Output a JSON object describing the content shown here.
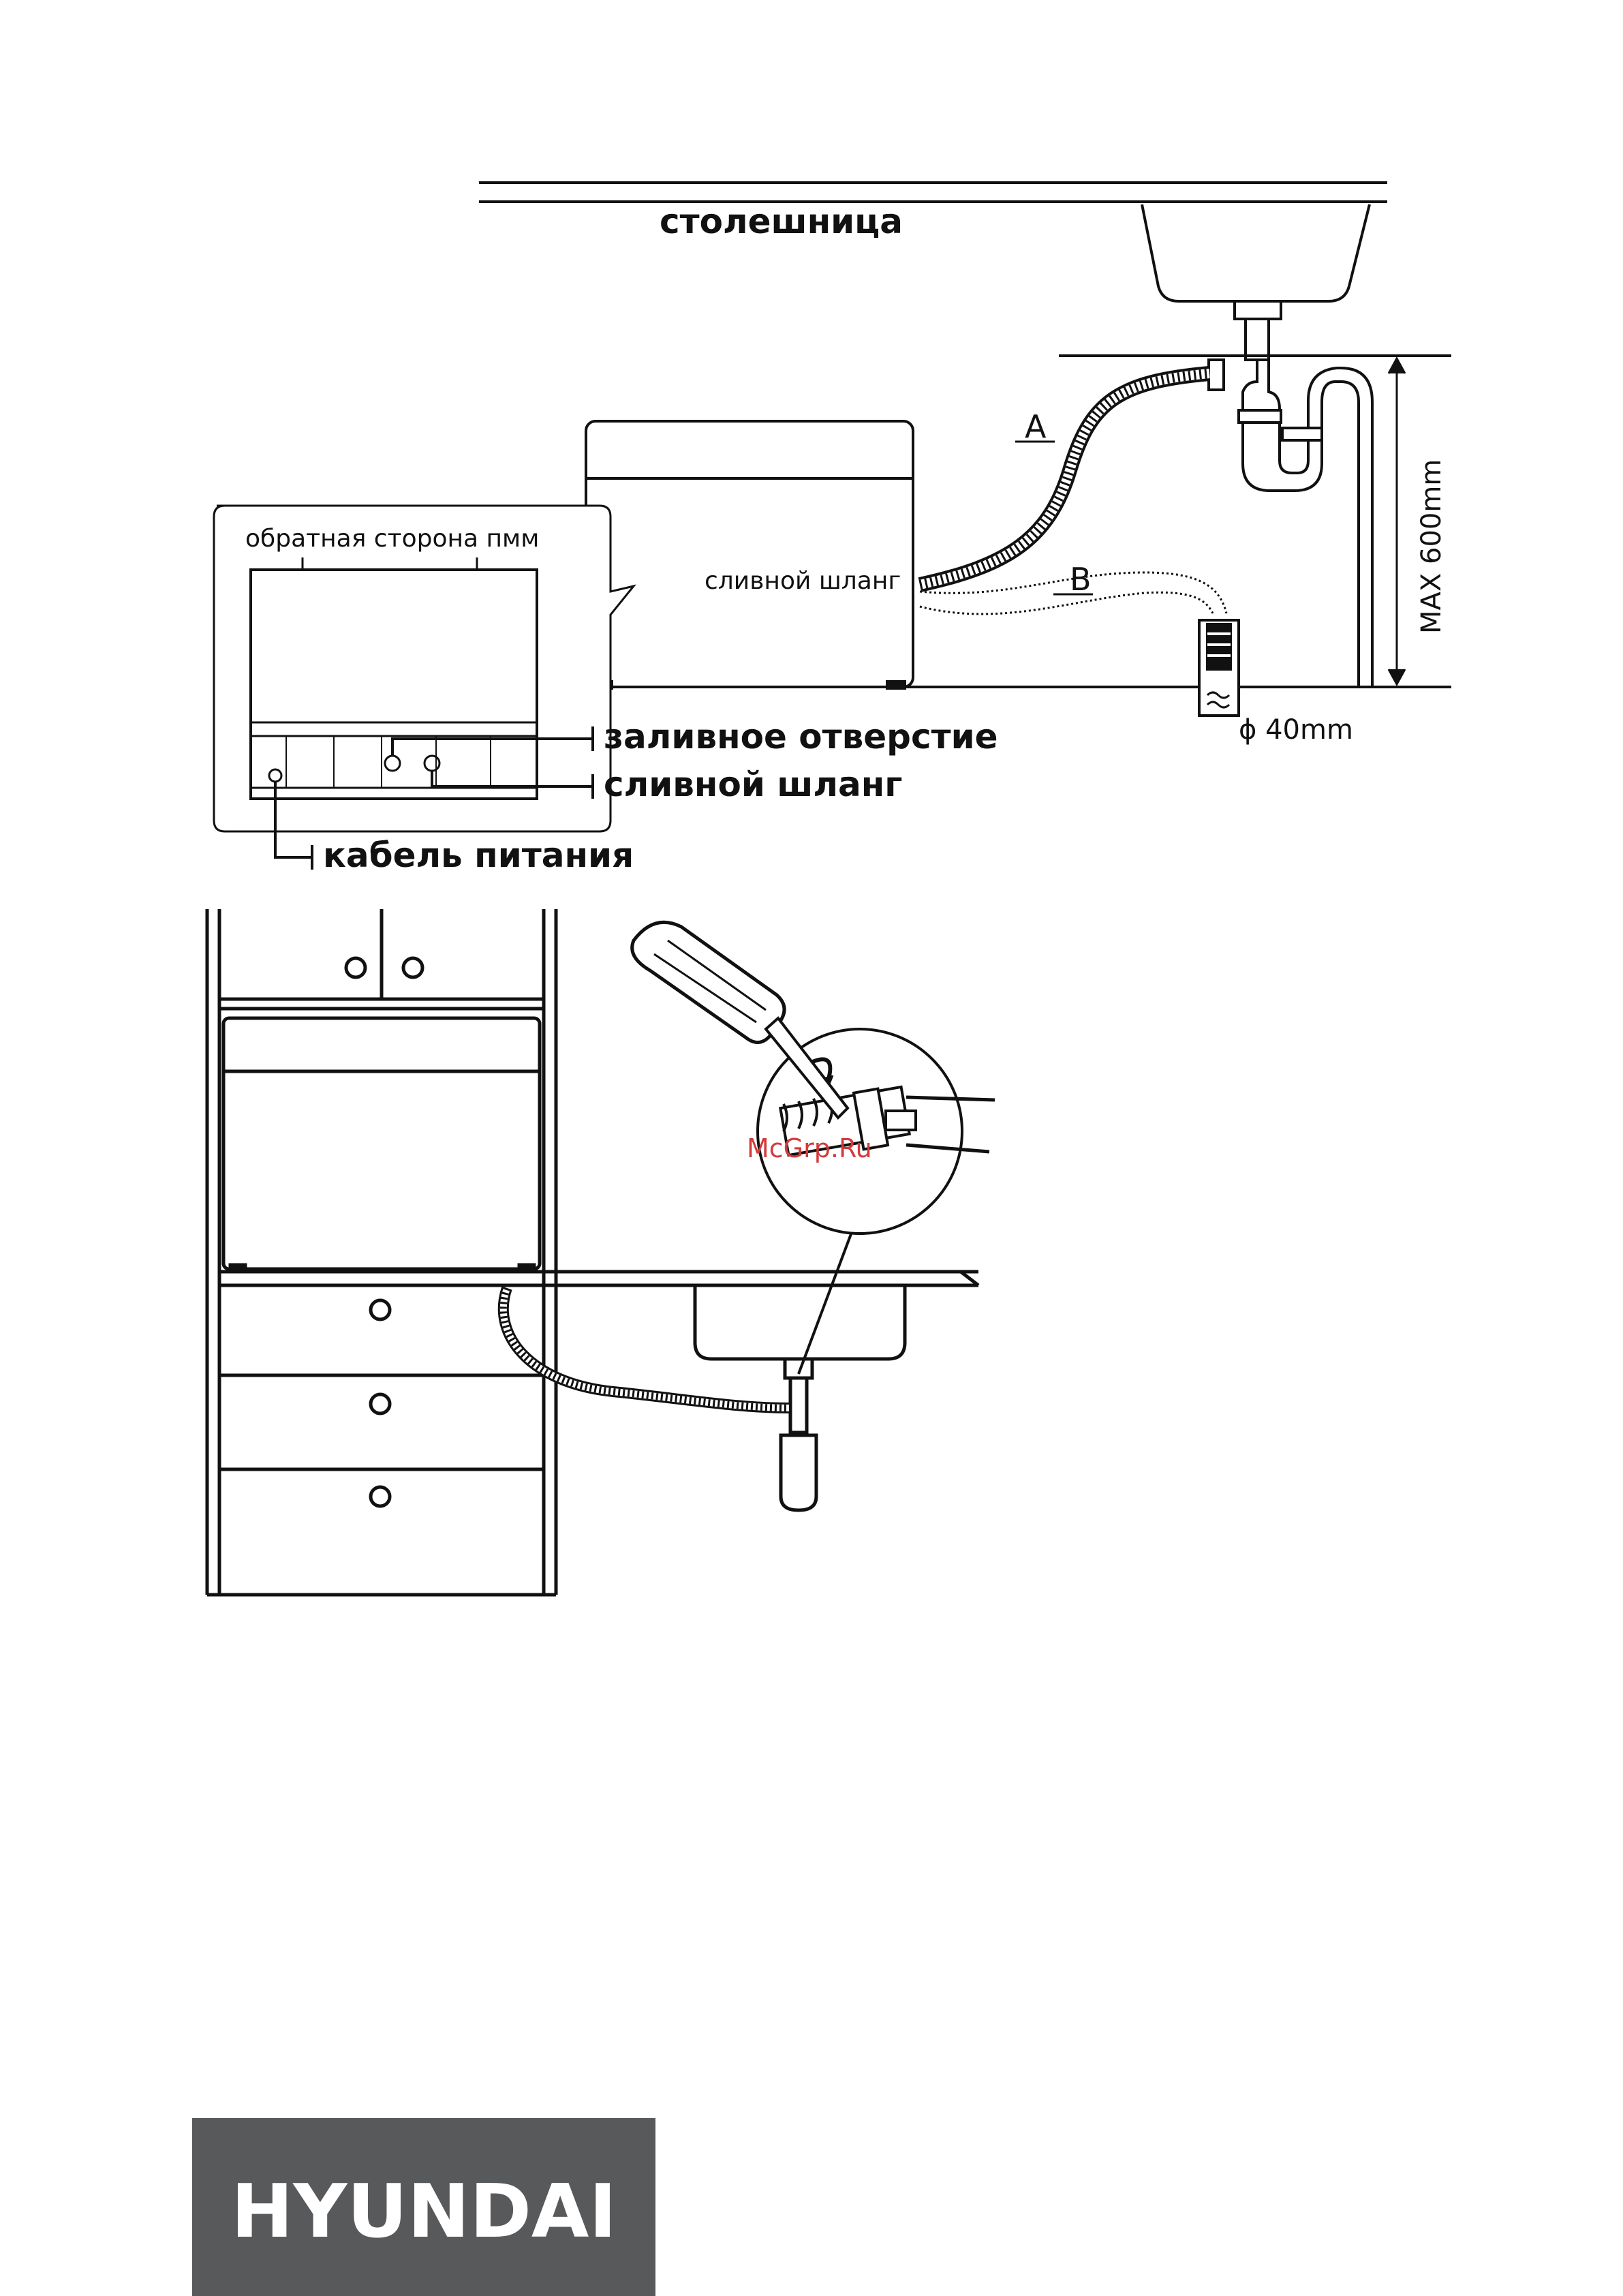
{
  "figure_top": {
    "countertop_label": "столешница",
    "back_panel_title": "обратная сторона пмм",
    "machine_label": "сливной шланг",
    "label_a": "A",
    "label_b": "B",
    "max_height_label": "MAX 600mm",
    "diameter_label": "ϕ 40mm",
    "callouts": {
      "inlet": "заливное отверстие",
      "drain_hose": "сливной шланг",
      "power_cable": "кабель питания"
    }
  },
  "figure_bottom": {
    "watermark": "McGrp.Ru"
  },
  "footer": {
    "brand": "HYUNDAI",
    "brand_bg": "#58595b"
  }
}
